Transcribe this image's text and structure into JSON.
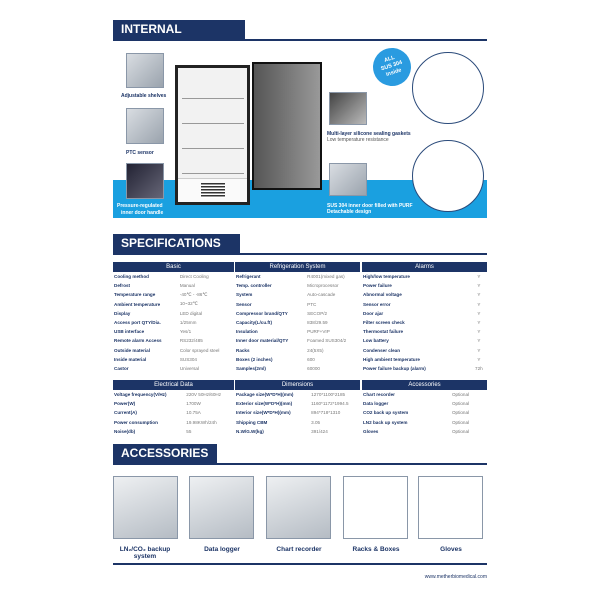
{
  "internal_structure": {
    "title": "INTERNAL STRUCTURE",
    "badge": [
      "ALL",
      "SUS 304",
      "inside"
    ],
    "callouts": {
      "shelves": "Adjustable shelves",
      "ptc": "PTC sensor",
      "handle": [
        "Pressure-regulated",
        "inner door handle"
      ],
      "gaskets": "Multi-layer silicone sealing gaskets",
      "gaskets_sub": "Low temperature resistance",
      "inner_door": "SUS 304  inner door filled with PURF",
      "inner_door_sub": "Detachable design"
    }
  },
  "specifications": {
    "title": "SPECIFICATIONS",
    "basic": {
      "header": "Basic",
      "rows": [
        [
          "Cooling method",
          "Direct Cooling"
        ],
        [
          "Defrost",
          "Manual"
        ],
        [
          "Temperature range",
          "-40℃ - -86℃"
        ],
        [
          "Ambient temperature",
          "10~32℃"
        ],
        [
          "Display",
          "LED digital"
        ],
        [
          "Access port QTY/Dia.",
          "1/25mm"
        ],
        [
          "USB interface",
          "Yes/1"
        ],
        [
          "Remote alarm Access",
          "RS232/485"
        ],
        [
          "Outside material",
          "Color sprayed steel"
        ],
        [
          "Inside material",
          "SUS304"
        ],
        [
          "Castor",
          "Universal"
        ]
      ]
    },
    "refrigeration": {
      "header": "Refrigeration System",
      "rows": [
        [
          "Refrigerant",
          "R4001(mixed gas)"
        ],
        [
          "Temp. controller",
          "Microprocessor"
        ],
        [
          "System",
          "Auto-cascade"
        ],
        [
          "Sensor",
          "PTC"
        ],
        [
          "Compressor brand/QTY",
          "SECOP/2"
        ],
        [
          "Capacity(L/cu.ft)",
          "838/29.59"
        ],
        [
          "Insulation",
          "PURF+VIP"
        ],
        [
          "Inner door material/QTY",
          "Foamed SUS304/2"
        ],
        [
          "Racks",
          "24(5X5)"
        ],
        [
          "Boxes (2 inches)",
          "600"
        ],
        [
          "Samples(2ml)",
          "60000"
        ]
      ]
    },
    "alarms": {
      "header": "Alarms",
      "rows": [
        [
          "High/low temperature",
          "Y"
        ],
        [
          "Power failure",
          "Y"
        ],
        [
          "Abnormal voltage",
          "Y"
        ],
        [
          "Sensor error",
          "Y"
        ],
        [
          "Door ajar",
          "Y"
        ],
        [
          "Filter screen check",
          "Y"
        ],
        [
          "Thermostat failure",
          "Y"
        ],
        [
          "Low battery",
          "Y"
        ],
        [
          "Condenser clean",
          "Y"
        ],
        [
          "High ambient temperature",
          "Y"
        ],
        [
          "Power failure backup (alarm)",
          "72h"
        ]
      ]
    },
    "electrical": {
      "header": "Electrical Data",
      "rows": [
        [
          "Voltage frequency(V/Hz)",
          "220V 50Hz/60Hz"
        ],
        [
          "Power(W)",
          "1700W"
        ],
        [
          "Current(A)",
          "10.75A"
        ],
        [
          "Power consumption",
          "19.98KWh/24h"
        ],
        [
          "Noise(db)",
          "55"
        ]
      ]
    },
    "dimensions": {
      "header": "Dimensions",
      "rows": [
        [
          "Package size(W*D*H)(mm)",
          "1270*1100*2185"
        ],
        [
          "Exterior size(W*D*H)(mm)",
          "1160*1172*1994.5"
        ],
        [
          "Interior size(W*D*H)(mm)",
          "894*718*1310"
        ],
        [
          "Shipping CBM",
          "3.05"
        ],
        [
          "N.W/G.W(kg)",
          "391/424"
        ]
      ]
    },
    "accessories": {
      "header": "Accessories",
      "rows": [
        [
          "Chart recorder",
          "Optional"
        ],
        [
          "Data logger",
          "Optional"
        ],
        [
          "CO2 back up system",
          "Optional"
        ],
        [
          "LN2 back up system",
          "Optional"
        ],
        [
          "Gloves",
          "Optional"
        ]
      ]
    }
  },
  "accessories": {
    "title": "ACCESSORIES",
    "items": [
      "LN₂/CO₂ backup system",
      "Data logger",
      "Chart recorder",
      "Racks & Boxes",
      "Gloves"
    ]
  },
  "footer": {
    "url": "www.metherbiomedical.com"
  }
}
